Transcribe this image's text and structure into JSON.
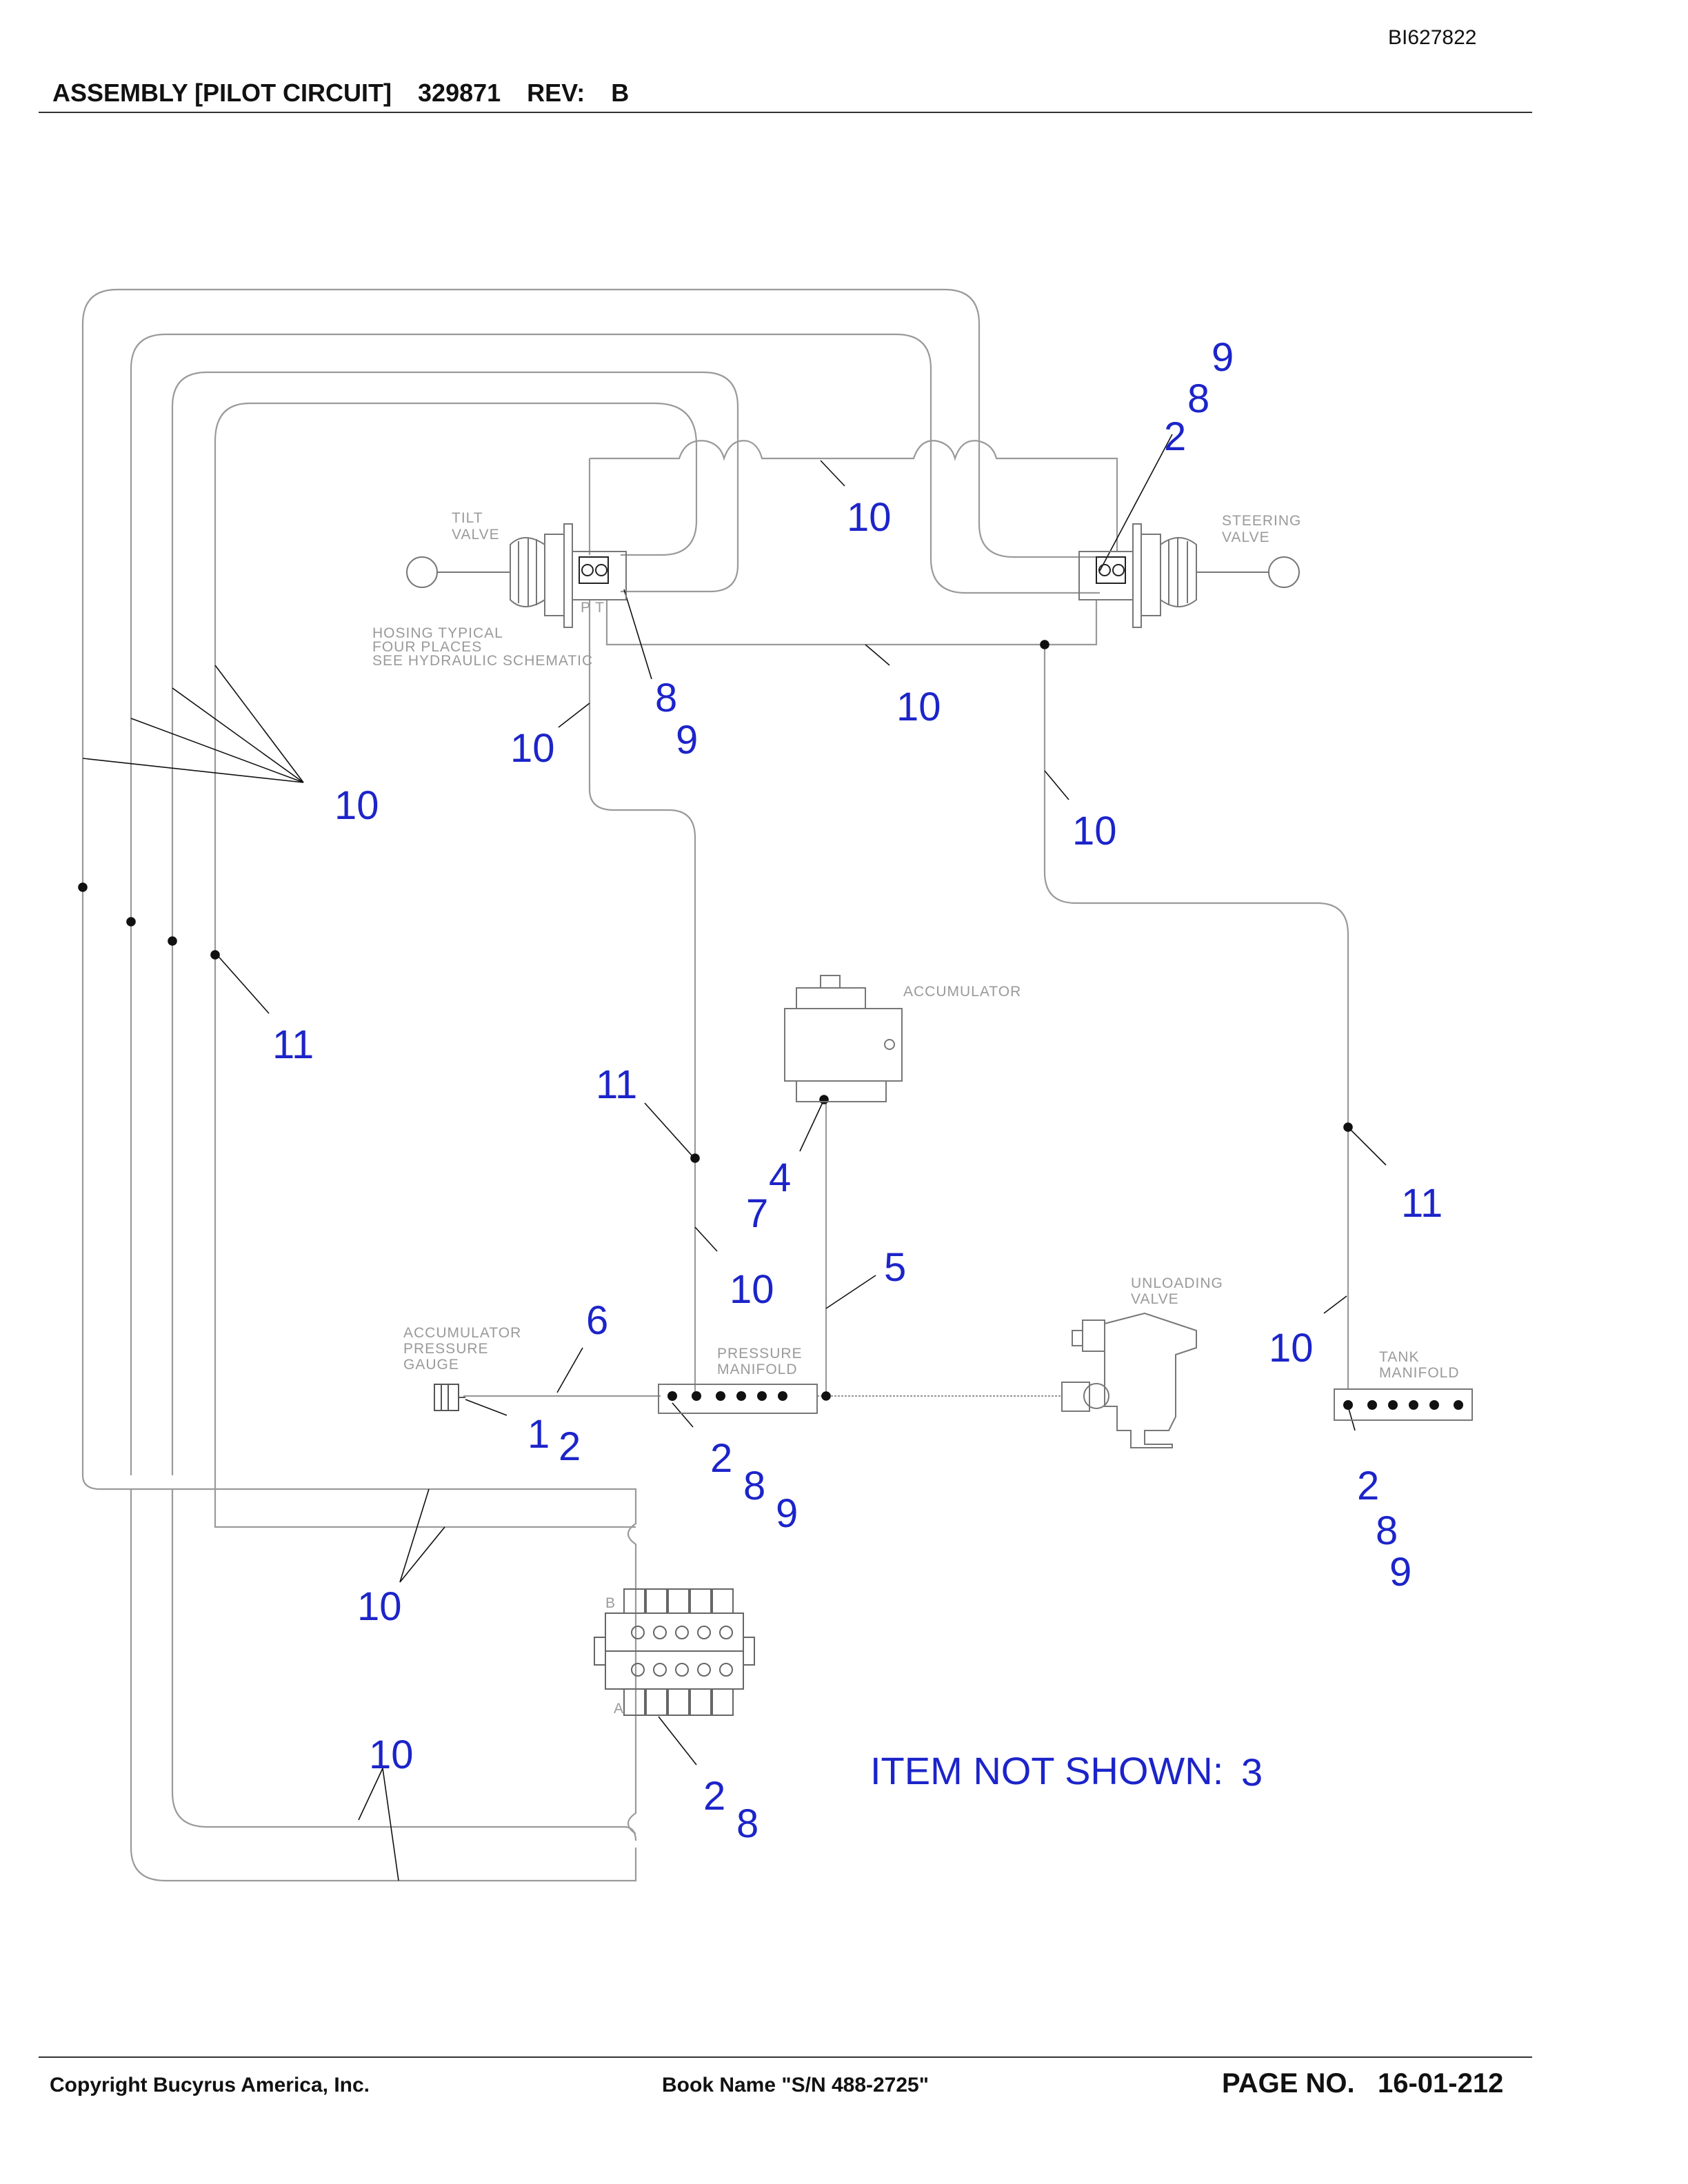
{
  "doc_id": "BI627822",
  "header": {
    "title": "ASSEMBLY [PILOT CIRCUIT]",
    "part_number": "329871",
    "rev_label": "REV:",
    "rev_value": "B"
  },
  "component_labels": {
    "tilt_valve": [
      "TILT",
      "VALVE"
    ],
    "steering_valve": [
      "STEERING",
      "VALVE"
    ],
    "hosing_note": [
      "HOSING TYPICAL",
      "FOUR PLACES",
      "SEE HYDRAULIC SCHEMATIC"
    ],
    "accumulator": [
      "ACCUMULATOR"
    ],
    "accumulator_pressure_gauge": [
      "ACCUMULATOR",
      "PRESSURE",
      "GAUGE"
    ],
    "pressure_manifold": [
      "PRESSURE",
      "MANIFOLD"
    ],
    "unloading_valve": [
      "UNLOADING",
      "VALVE"
    ],
    "tank_manifold": [
      "TANK",
      "MANIFOLD"
    ],
    "port_b": "B",
    "port_a": "A",
    "port_p_t": "P  T"
  },
  "callouts": [
    {
      "id": "c-9-top-right",
      "text": "9"
    },
    {
      "id": "c-8-top-right",
      "text": "8"
    },
    {
      "id": "c-2-top-right",
      "text": "2"
    },
    {
      "id": "c-10-top-center",
      "text": "10"
    },
    {
      "id": "c-8-tilt",
      "text": "8"
    },
    {
      "id": "c-9-tilt",
      "text": "9"
    },
    {
      "id": "c-10-mid-center",
      "text": "10"
    },
    {
      "id": "c-10-tilt-left",
      "text": "10"
    },
    {
      "id": "c-10-left-bundle",
      "text": "10"
    },
    {
      "id": "c-10-steer-right",
      "text": "10"
    },
    {
      "id": "c-11-left",
      "text": "11"
    },
    {
      "id": "c-11-center",
      "text": "11"
    },
    {
      "id": "c-4-accum",
      "text": "4"
    },
    {
      "id": "c-7-accum",
      "text": "7"
    },
    {
      "id": "c-11-right",
      "text": "11"
    },
    {
      "id": "c-10-center-low",
      "text": "10"
    },
    {
      "id": "c-5",
      "text": "5"
    },
    {
      "id": "c-6",
      "text": "6"
    },
    {
      "id": "c-10-tank",
      "text": "10"
    },
    {
      "id": "c-1-gauge",
      "text": "1"
    },
    {
      "id": "c-2-gauge",
      "text": "2"
    },
    {
      "id": "c-2-pm",
      "text": "2"
    },
    {
      "id": "c-8-pm",
      "text": "8"
    },
    {
      "id": "c-9-pm",
      "text": "9"
    },
    {
      "id": "c-2-tank",
      "text": "2"
    },
    {
      "id": "c-8-tank",
      "text": "8"
    },
    {
      "id": "c-9-tank",
      "text": "9"
    },
    {
      "id": "c-10-lower-left",
      "text": "10"
    },
    {
      "id": "c-10-bottom-left",
      "text": "10"
    },
    {
      "id": "c-2-cv",
      "text": "2"
    },
    {
      "id": "c-8-cv",
      "text": "8"
    }
  ],
  "item_not_shown": {
    "label": "ITEM NOT SHOWN:",
    "value": "3"
  },
  "footer": {
    "copyright": "Copyright Bucyrus America, Inc.",
    "book_name": "Book Name \"S/N 488-2725\"",
    "page_label": "PAGE NO.",
    "page_value": "16-01-212"
  },
  "colors": {
    "callout": "#1c24c9",
    "line": "#9a9a9a",
    "text": "#111111"
  }
}
